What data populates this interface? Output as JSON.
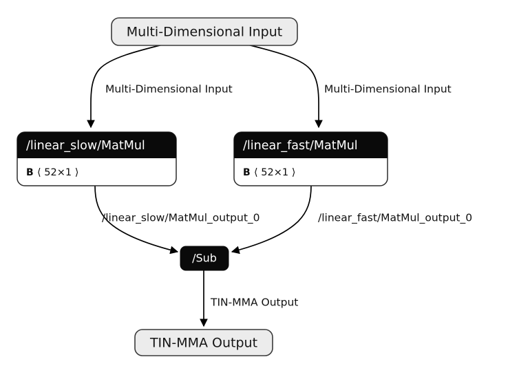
{
  "graph": {
    "background_color": "#ffffff",
    "nodes": {
      "input": {
        "label": "Multi-Dimensional Input",
        "kind": "io",
        "fill": "#ececec",
        "border": "#3a3a3a"
      },
      "linear_slow_matmul": {
        "title": "/linear_slow/MatMul",
        "attr_key": "B",
        "attr_value": "⟨ 52×1 ⟩",
        "header_fill": "#0a0a0a",
        "body_fill": "#ffffff"
      },
      "linear_fast_matmul": {
        "title": "/linear_fast/MatMul",
        "attr_key": "B",
        "attr_value": "⟨ 52×1 ⟩",
        "header_fill": "#0a0a0a",
        "body_fill": "#ffffff"
      },
      "sub": {
        "label": "/Sub",
        "kind": "op-compact",
        "fill": "#0a0a0a"
      },
      "output": {
        "label": "TIN-MMA Output",
        "kind": "io",
        "fill": "#ececec",
        "border": "#3a3a3a"
      }
    },
    "edges": [
      {
        "id": "input-to-slow",
        "label": "Multi-Dimensional Input",
        "from": "input",
        "to": "linear_slow_matmul"
      },
      {
        "id": "input-to-fast",
        "label": "Multi-Dimensional Input",
        "from": "input",
        "to": "linear_fast_matmul"
      },
      {
        "id": "slow-to-sub",
        "label": "/linear_slow/MatMul_output_0",
        "from": "linear_slow_matmul",
        "to": "sub"
      },
      {
        "id": "fast-to-sub",
        "label": "/linear_fast/MatMul_output_0",
        "from": "linear_fast_matmul",
        "to": "sub"
      },
      {
        "id": "sub-to-output",
        "label": "TIN-MMA Output",
        "from": "sub",
        "to": "output"
      }
    ]
  }
}
